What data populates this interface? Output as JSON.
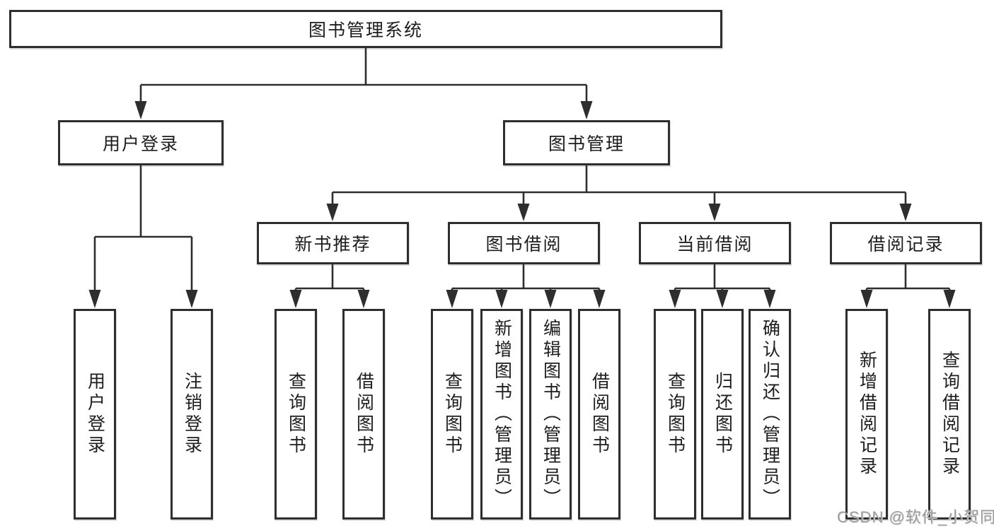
{
  "diagram_title": "图书管理系统",
  "nodes": {
    "root": {
      "label": "图书管理系统"
    },
    "level2": {
      "user_login": {
        "label": "用户登录",
        "children": [
          "用户登录",
          "注销登录"
        ]
      },
      "book_mgmt": {
        "label": "图书管理"
      }
    },
    "level3": {
      "new_books": {
        "label": "新书推荐",
        "children": [
          "查询图书",
          "借阅图书"
        ]
      },
      "book_borrow": {
        "label": "图书借阅",
        "children": [
          "查询图书",
          "新增图书（管理员）",
          "编辑图书（管理员）",
          "借阅图书"
        ]
      },
      "current_borrow": {
        "label": "当前借阅",
        "children": [
          "查询图书",
          "归还图书",
          "确认归还（管理员）"
        ]
      },
      "borrow_records": {
        "label": "借阅记录",
        "children": [
          "新增借阅记录",
          "查询借阅记录"
        ]
      }
    }
  },
  "watermark": {
    "text": "CSDN @软件_小贺同学"
  },
  "colors": {
    "line": "#2e2e2e",
    "box_border": "#2e2e2e",
    "box_fill": "#ffffff",
    "text": "#1d1d1d",
    "watermark": "#9b9b9b",
    "background": "#ffffff"
  }
}
